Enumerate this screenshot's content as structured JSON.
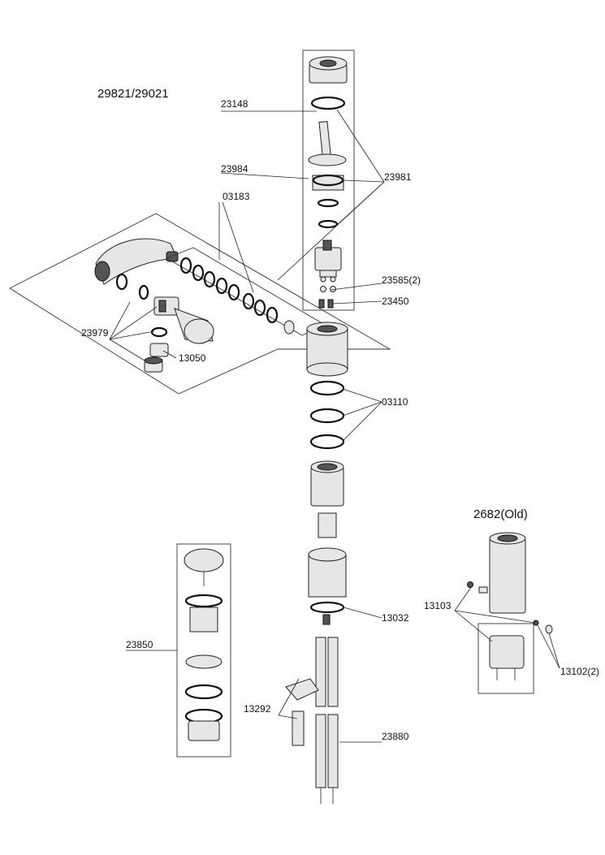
{
  "titles": {
    "main_model": "29821/29021",
    "alt_model": "2682(Old)"
  },
  "part_labels": {
    "p23148": "23148",
    "p23984": "23984",
    "p23981": "23981",
    "p03183": "03183",
    "p23585": "23585(2)",
    "p23450": "23450",
    "p23979": "23979",
    "p13050": "13050",
    "p03110": "03110",
    "p13032": "13032",
    "p23850": "23850",
    "p13103": "13103",
    "p13102": "13102(2)",
    "p13292": "13292",
    "p23880": "23880"
  }
}
